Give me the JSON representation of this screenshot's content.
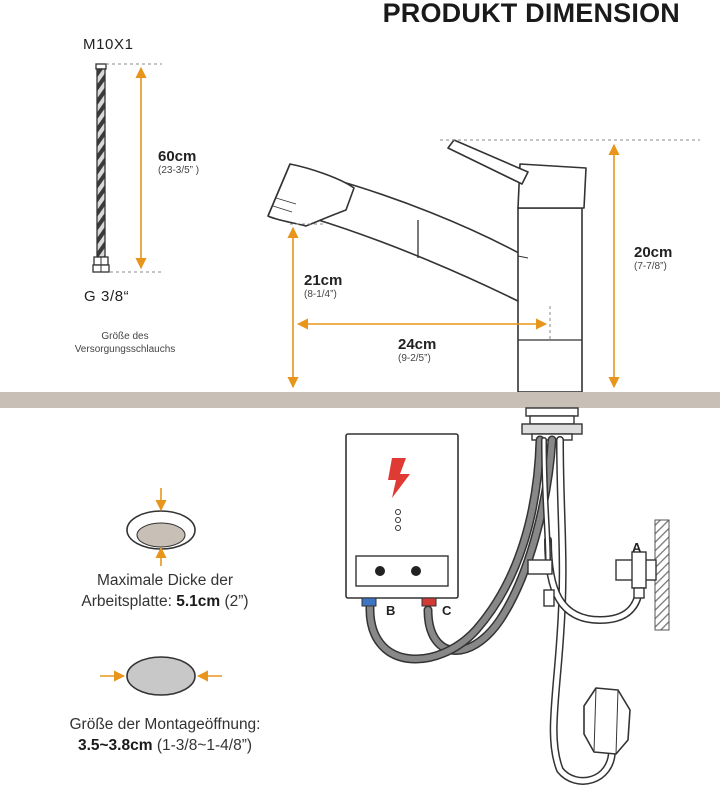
{
  "title": "PRODUKT DIMENSION",
  "hose": {
    "thread_top": "M10X1",
    "thread_bottom": "G 3/8“",
    "length_main": "60cm",
    "length_sub": "(23-3/5” )",
    "caption_line1": "Größe des",
    "caption_line2": "Versorgungsschlauchs"
  },
  "faucet": {
    "height_total_main": "20cm",
    "height_total_sub": "(7-7/8”)",
    "spout_height_main": "21cm",
    "spout_height_sub": "(8-1/4”)",
    "spout_reach_main": "24cm",
    "spout_reach_sub": "(9-2/5”)"
  },
  "countertop": {
    "thickness_caption_line1": "Maximale Dicke der",
    "thickness_caption_prefix": "Arbeitsplatte: ",
    "thickness_value": "5.1cm",
    "thickness_imperial": " (2”)",
    "hole_caption_line1": "Größe der Montageöffnung:",
    "hole_value": "3.5~3.8cm",
    "hole_imperial": " (1-3/8~1-4/8”)"
  },
  "installation": {
    "label_a": "A",
    "label_b": "B",
    "label_c": "C"
  },
  "colors": {
    "dimension_orange": "#e8951b",
    "counter_bar": "#c8bfb6",
    "lightning_red": "#e03a35",
    "cold_blue": "#3f74c4",
    "hot_red": "#d23a36",
    "outline": "#333333"
  }
}
